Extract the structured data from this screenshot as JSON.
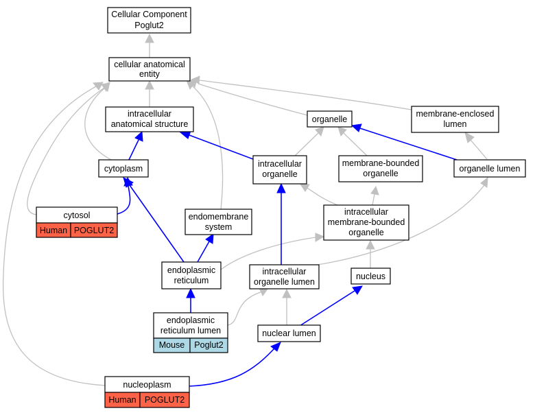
{
  "colors": {
    "human_tag": "#ff6347",
    "mouse_tag": "#add8e6",
    "is_a_edge": "#c0c0c0",
    "part_of_edge": "#0000ff"
  },
  "nodes": {
    "root": [
      "Cellular Component",
      "Poglut2"
    ],
    "cae": [
      "cellular anatomical",
      "entity"
    ],
    "ias": [
      "intracellular",
      "anatomical structure"
    ],
    "organelle": [
      "organelle"
    ],
    "mel": [
      "membrane-enclosed",
      "lumen"
    ],
    "cytoplasm": [
      "cytoplasm"
    ],
    "io": [
      "intracellular",
      "organelle"
    ],
    "mbo": [
      "membrane-bounded",
      "organelle"
    ],
    "ol": [
      "organelle lumen"
    ],
    "cytosol": [
      "cytosol"
    ],
    "ems": [
      "endomembrane",
      "system"
    ],
    "imbo": [
      "intracellular",
      "membrane-bounded",
      "organelle"
    ],
    "er": [
      "endoplasmic",
      "reticulum"
    ],
    "iol": [
      "intracellular",
      "organelle lumen"
    ],
    "nucleus": [
      "nucleus"
    ],
    "erl": [
      "endoplasmic",
      "reticulum lumen"
    ],
    "nl": [
      "nuclear lumen"
    ],
    "nucleoplasm": [
      "nucleoplasm"
    ]
  },
  "annotations": {
    "cytosol": [
      "Human",
      "POGLUT2"
    ],
    "erl": [
      "Mouse",
      "Poglut2"
    ],
    "nucleoplasm": [
      "Human",
      "POGLUT2"
    ]
  }
}
